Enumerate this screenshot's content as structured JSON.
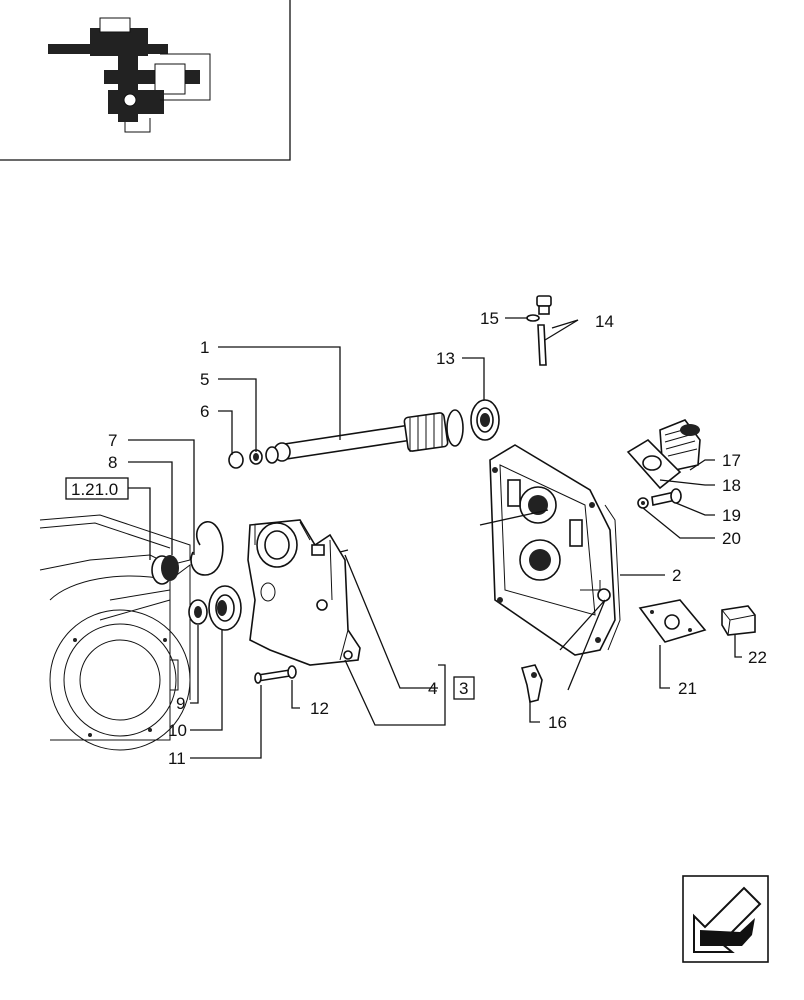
{
  "labels": {
    "p1": "1",
    "p2": "2",
    "p4": "4",
    "p5": "5",
    "p6": "6",
    "p7": "7",
    "p8": "8",
    "p9": "9",
    "p10": "10",
    "p11": "11",
    "p12": "12",
    "p13": "13",
    "p14": "14",
    "p15": "15",
    "p16": "16",
    "p17": "17",
    "p18": "18",
    "p19": "19",
    "p20": "20",
    "p21": "21",
    "p22": "22"
  },
  "ref_box": "1.21.0",
  "qty_box": "3",
  "nav": {
    "icon": "previous-page-arrow-icon"
  },
  "thumbnail": {
    "icon": "transmission-assembly-thumbnail"
  }
}
